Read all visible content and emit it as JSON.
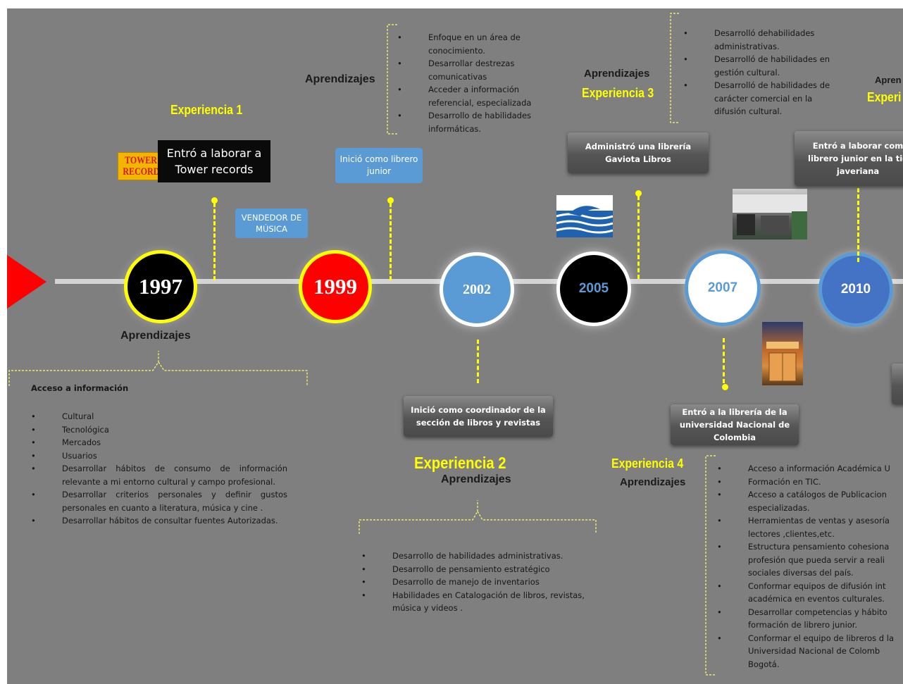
{
  "timeline": {
    "years": [
      "1997",
      "1999",
      "2002",
      "2005",
      "2007",
      "2010"
    ]
  },
  "headings": {
    "aprendizajes_1997": "Aprendizajes",
    "aprendizajes_1999": "Aprendizajes",
    "aprendizajes_2002": "Aprendizajes",
    "aprendizajes_2005": "Aprendizajes",
    "aprendizajes_2007": "Aprendizajes",
    "aprendizajes_2010": "Apren"
  },
  "experiences": {
    "exp1": "Experiencia 1",
    "exp2": "Experiencia 2",
    "exp3": "Experiencia 3",
    "exp4": "Experiencia 4",
    "exp5": "Experi"
  },
  "boxes": {
    "tower": "Entró a laborar a Tower records",
    "vendedor": "VENDEDOR DE MÚSICA",
    "librero_junior": "Inició como librero junior",
    "gaviota": "Administró una librería Gaviota Libros",
    "javeriana": "Entró a laborar com librero junior en la tie javeriana",
    "coordinador": "Inició  como coordinador de la sección de libros y revistas",
    "nacional": "Entró a la librería de la universidad Nacional de Colombia"
  },
  "logos": {
    "tower_line1": "TOWER",
    "tower_line2": "RECORDS"
  },
  "lists": {
    "acceso_title": "Acceso a información",
    "list_1997": [
      "Cultural",
      "Tecnológica",
      "Mercados",
      "Usuarios",
      "Desarrollar hábitos de consumo de información relevante a mi entorno cultural y campo profesional.",
      "Desarrollar criterios personales y definir gustos personales en cuanto a literatura, música y cine .",
      "Desarrollar hábitos de consultar fuentes Autorizadas."
    ],
    "list_1999": [
      "Enfoque en un área de conocimiento.",
      "Desarrollar destrezas comunicativas",
      "Acceder a información referencial, especializada",
      "Desarrollo de habilidades informáticas."
    ],
    "list_2002": [
      "Desarrollo de habilidades administrativas.",
      "Desarrollo de pensamiento estratégico",
      "Desarrollo de manejo de inventarios",
      "Habilidades en Catalogación de libros, revistas, música y videos ."
    ],
    "list_2005": [
      "Desarrolló dehabilidades administrativas.",
      "Desarrolló de habilidades en gestión cultural.",
      "Desarrolló de habilidades de carácter comercial en la difusión cultural."
    ],
    "list_2007": [
      "Acceso a información Académica U",
      "Formación en  TIC.",
      "Acceso  a  catálogos de Publicacion especializadas.",
      "Herramientas de ventas y asesoría lectores ,clientes,etc.",
      "Estructura pensamiento cohesiona profesión que  pueda servir a reali sociales diversas  del país.",
      "Conformar equipos de difusión int académica en eventos culturales.",
      "Desarrollar competencias y hábito formación de librero junior.",
      "Conformar el equipo de libreros d la Universidad Nacional de Colomb Bogotá."
    ]
  },
  "colors": {
    "background": "#7f7f7f",
    "accent_yellow": "#ffff00",
    "arrow_red": "#ff0000",
    "box_blue": "#5b9bd5"
  }
}
